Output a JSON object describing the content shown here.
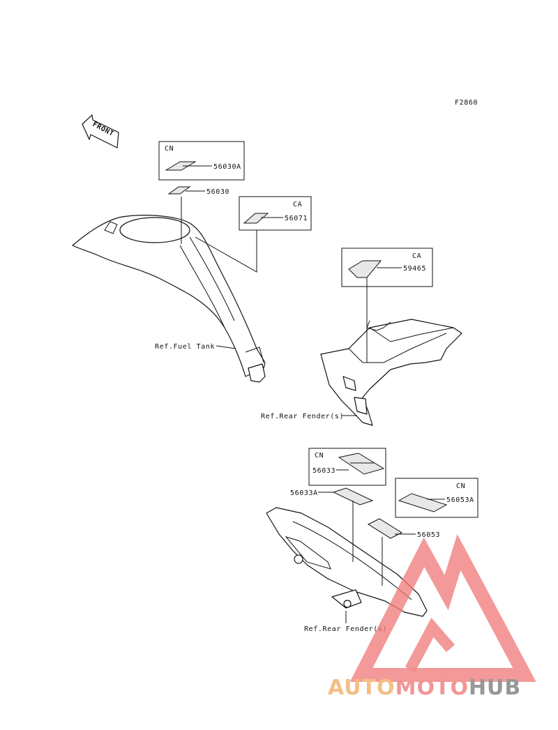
{
  "figure_code": "F2860",
  "front_arrow_label": "FRONT",
  "parts": [
    {
      "number": "56030A",
      "region": "CN"
    },
    {
      "number": "56030",
      "region": ""
    },
    {
      "number": "56071",
      "region": "CA"
    },
    {
      "number": "59465",
      "region": "CA"
    },
    {
      "number": "56033",
      "region": "CN"
    },
    {
      "number": "56033A",
      "region": ""
    },
    {
      "number": "56053A",
      "region": "CN"
    },
    {
      "number": "56053",
      "region": ""
    }
  ],
  "references": {
    "fuel_tank": "Ref.Fuel Tank",
    "rear_fender_1": "Ref.Rear Fender(s)",
    "rear_fender_2": "Ref.Rear Fender(s)"
  },
  "watermark": {
    "part1": "AUTO",
    "part2": "MOTO",
    "part3": "HUB",
    "color_auto": "#f3b878",
    "color_moto": "#f08a8a",
    "color_hub": "#8c8c8c",
    "triangle_color": "#f07a7a"
  }
}
